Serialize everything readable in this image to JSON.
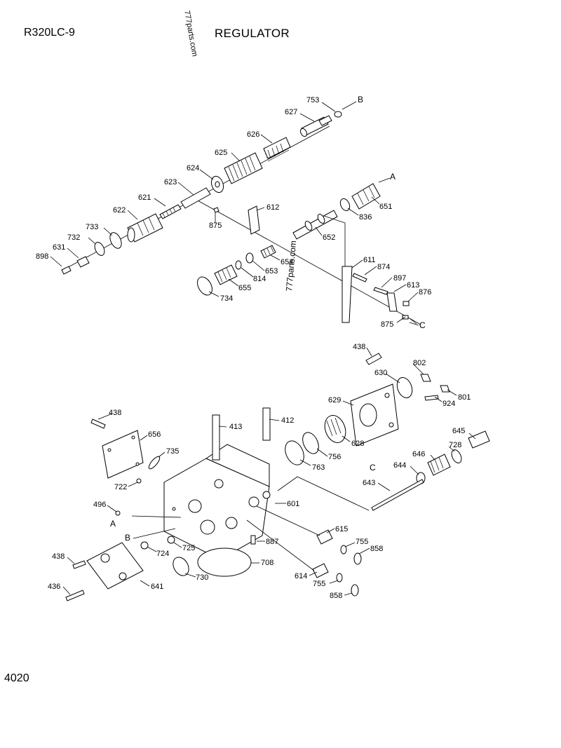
{
  "header": {
    "model": "R320LC-9",
    "title": "REGULATOR"
  },
  "footer": {
    "page_number": "4020"
  },
  "watermark": "777parts.com",
  "callouts": {
    "p753": "753",
    "p627": "627",
    "p626": "626",
    "p625": "625",
    "p624": "624",
    "p623": "623",
    "p621": "621",
    "p622": "622",
    "p733": "733",
    "p732": "732",
    "p631": "631",
    "p898": "898",
    "p612": "612",
    "p875a": "875",
    "p651": "651",
    "p836": "836",
    "p652": "652",
    "p654": "654",
    "p653": "653",
    "p814": "814",
    "p655": "655",
    "p734": "734",
    "p611": "611",
    "p874": "874",
    "p897": "897",
    "p613": "613",
    "p876": "876",
    "p875b": "875",
    "p438a": "438",
    "p802": "802",
    "p630": "630",
    "p801": "801",
    "p924": "924",
    "p629": "629",
    "p628": "628",
    "p645": "645",
    "p728": "728",
    "p646": "646",
    "p644": "644",
    "p643": "643",
    "p438b": "438",
    "p413": "413",
    "p412": "412",
    "p656": "656",
    "p735": "735",
    "p763": "763",
    "p756": "756",
    "p722": "722",
    "p601": "601",
    "p496": "496",
    "p615": "615",
    "p887": "887",
    "p755a": "755",
    "p858a": "858",
    "p725": "725",
    "p724": "724",
    "p708": "708",
    "p730": "730",
    "p438c": "438",
    "p436": "436",
    "p641": "641",
    "p614": "614",
    "p755b": "755",
    "p858b": "858"
  },
  "connection_markers": {
    "a_top": "A",
    "b_top": "B",
    "c_top": "C",
    "a_body": "A",
    "b_body": "B",
    "c_body": "C"
  }
}
